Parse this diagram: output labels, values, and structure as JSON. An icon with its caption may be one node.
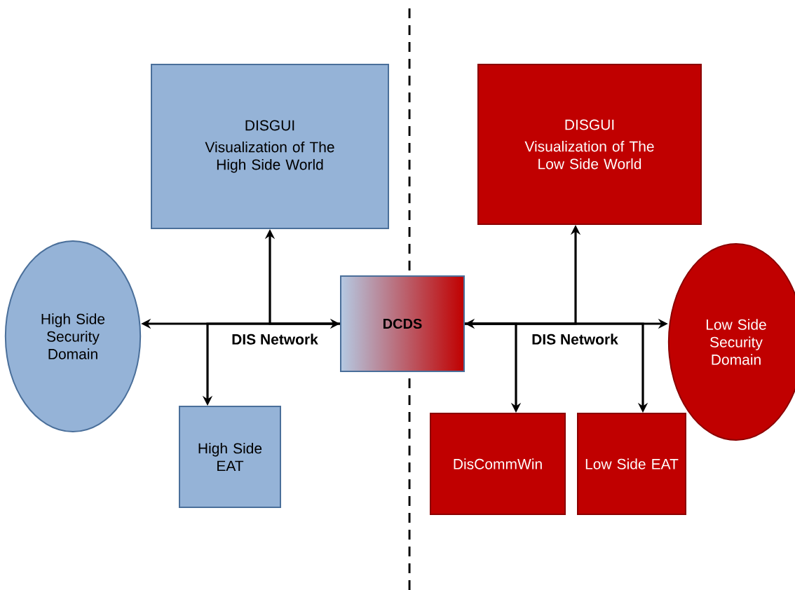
{
  "diagram": {
    "nodes": [
      {
        "text": [
          "DISGUI",
          "Visualization of The High Side World"
        ]
      },
      {
        "text": [
          "DISGUI",
          "Visualization of The Low Side World"
        ]
      },
      {
        "text": [
          "High Side Security Domain"
        ]
      },
      {
        "text": [
          "DCDS"
        ]
      },
      {
        "text": [
          "Low Side Security Domain"
        ]
      },
      {
        "text": [
          "High Side EAT"
        ]
      },
      {
        "text": [
          "DisCommWin"
        ]
      },
      {
        "text": [
          "Low Side EAT"
        ]
      }
    ],
    "edges": [
      {
        "from": 2,
        "to": 3,
        "arrow": "both",
        "label": "DIS Network"
      },
      {
        "from": 3,
        "to": 0,
        "arrow": "to"
      },
      {
        "from": 3,
        "to": 5,
        "arrow": "to"
      },
      {
        "from": 3,
        "to": 4,
        "arrow": "both",
        "label": "DIS Network"
      },
      {
        "from": 3,
        "to": 1,
        "arrow": "to"
      },
      {
        "from": 3,
        "to": 6,
        "arrow": "to"
      },
      {
        "from": 3,
        "to": 7,
        "arrow": "to"
      }
    ]
  }
}
